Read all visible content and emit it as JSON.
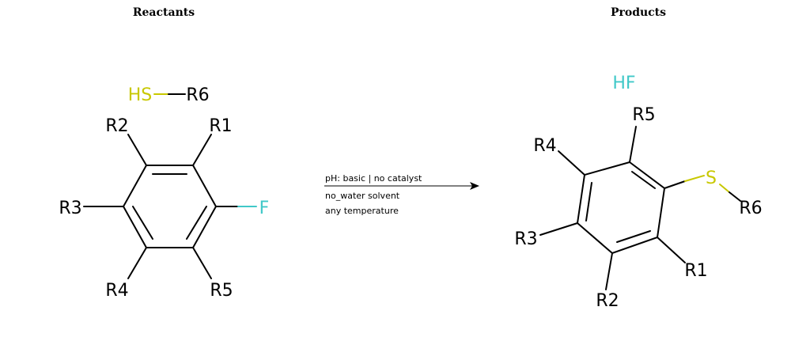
{
  "titles": {
    "reactants": "Reactants",
    "products": "Products"
  },
  "colors": {
    "sulfur": "#c8c800",
    "fluorine": "#40c8c8",
    "bond": "#000000"
  },
  "reactant_thiol": {
    "hs": "HS",
    "r6": "R6"
  },
  "reactant_ring": {
    "r1": "R1",
    "r2": "R2",
    "r3": "R3",
    "r4": "R4",
    "r5": "R5",
    "f": "F"
  },
  "conditions": {
    "line1": "pH: basic | no catalyst",
    "line2": "no_water solvent",
    "line3": "any temperature"
  },
  "product_hf": "HF",
  "product_ring": {
    "r1": "R1",
    "r2": "R2",
    "r3": "R3",
    "r4": "R4",
    "r5": "R5",
    "s": "S",
    "r6": "R6"
  }
}
